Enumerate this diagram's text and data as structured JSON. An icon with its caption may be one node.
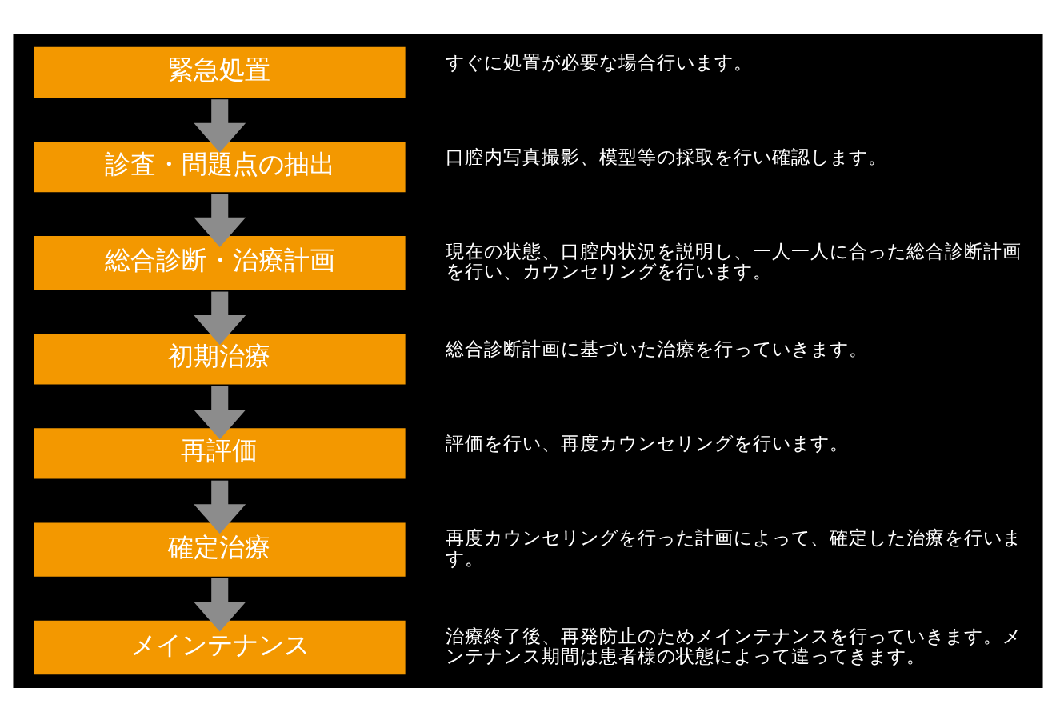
{
  "diagram": {
    "nodes": [
      {
        "text": [
          "緊急処置"
        ],
        "beside": [
          "すぐに処置が必要な場合行います。"
        ]
      },
      {
        "text": [
          "診査・問題点の抽出"
        ],
        "beside": [
          "口腔内写真撮影、模型等の採取を行い確認します。"
        ]
      },
      {
        "text": [
          "総合診断・治療計画"
        ],
        "beside": [
          "現在の状態、口腔内状況を説明し、一人一人に合った総合診断計画を行い、カウンセリングを行います。"
        ]
      },
      {
        "text": [
          "初期治療"
        ],
        "beside": [
          "総合診断計画に基づいた治療を行っていきます。"
        ]
      },
      {
        "text": [
          "再評価"
        ],
        "beside": [
          "評価を行い、再度カウンセリングを行います。"
        ]
      },
      {
        "text": [
          "確定治療"
        ],
        "beside": [
          "再度カウンセリングを行った計画によって、確定した治療を行います。"
        ]
      },
      {
        "text": [
          "メインテナンス"
        ],
        "beside": [
          "治療終了後、再発防止のためメインテナンスを行っていきます。メンテナンス期間は患者様の状態によって違ってきます。"
        ]
      }
    ],
    "edges": [
      {
        "from": 0,
        "to": 1,
        "arrow": "to"
      },
      {
        "from": 1,
        "to": 2,
        "arrow": "to"
      },
      {
        "from": 2,
        "to": 3,
        "arrow": "to"
      },
      {
        "from": 3,
        "to": 4,
        "arrow": "to"
      },
      {
        "from": 4,
        "to": 5,
        "arrow": "to"
      },
      {
        "from": 5,
        "to": 6,
        "arrow": "to"
      }
    ]
  }
}
